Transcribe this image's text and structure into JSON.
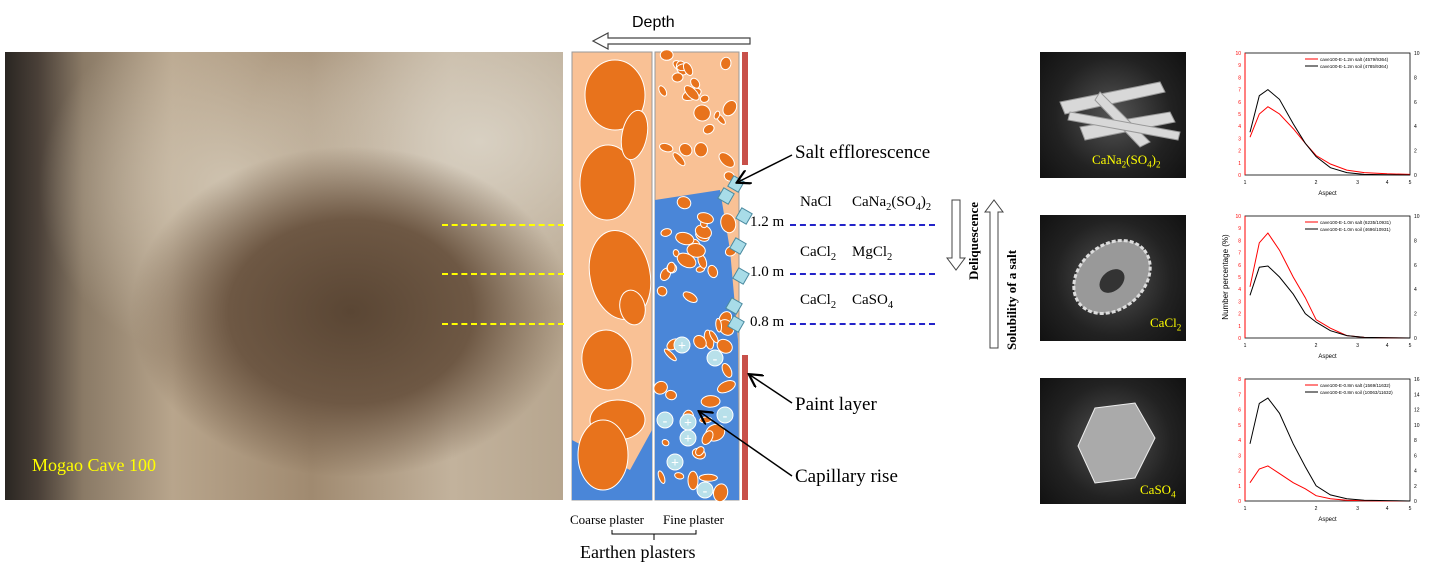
{
  "photo": {
    "caption": "Mogao Cave 100"
  },
  "diagram": {
    "depth_label": "Depth",
    "salt_efflorescence": "Salt efflorescence",
    "paint_layer": "Paint layer",
    "capillary_rise": "Capillary rise",
    "coarse_plaster": "Coarse plaster",
    "fine_plaster": "Fine plaster",
    "earthen_plasters": "Earthen plasters",
    "levels": [
      {
        "height": "1.2 m",
        "salts": [
          "NaCl",
          "CaNa2(SO4)2"
        ]
      },
      {
        "height": "1.0 m",
        "salts": [
          "CaCl2",
          "MgCl2"
        ]
      },
      {
        "height": "0.8 m",
        "salts": [
          "CaCl2",
          "CaSO4"
        ]
      }
    ],
    "deliquescence": "Deliquescence",
    "solubility": "Solubility of a salt",
    "ion_plus": "+",
    "ion_minus": "-"
  },
  "sem": [
    "CaNa2(SO4)2",
    "CaCl2",
    "CaSO4"
  ],
  "colors": {
    "salt": "#ff0000",
    "soil": "#000000",
    "orange": "#e8731c",
    "water": "#4a86d8",
    "plaster": "#f9c195"
  },
  "chart_data": [
    {
      "type": "line",
      "xlabel": "Aspect",
      "ylabel": "",
      "xscale": "log",
      "xlim": [
        1,
        5
      ],
      "ylim_left": [
        0,
        10
      ],
      "ylim_right": [
        0,
        10
      ],
      "xticks": [
        "1",
        "2",
        "3",
        "4",
        "5"
      ],
      "yticks_left": [
        "0",
        "1",
        "2",
        "3",
        "4",
        "5",
        "6",
        "7",
        "8",
        "9",
        "10"
      ],
      "yticks_right": [
        "0",
        "2",
        "4",
        "6",
        "8",
        "10"
      ],
      "x": [
        1.05,
        1.15,
        1.25,
        1.4,
        1.6,
        1.8,
        2,
        2.3,
        2.7,
        3.2,
        4,
        5
      ],
      "series": [
        {
          "name": "cave100-E-1.2m salt (4579/9364)",
          "color": "red",
          "axis": "left",
          "values": [
            3.1,
            5.0,
            5.6,
            5.0,
            3.8,
            2.6,
            1.6,
            0.9,
            0.4,
            0.2,
            0.1,
            0.05
          ]
        },
        {
          "name": "cave100-E-1.2m soil (4785/9364)",
          "color": "black",
          "axis": "right",
          "values": [
            3.5,
            6.5,
            7.0,
            6.2,
            4.2,
            2.6,
            1.5,
            0.6,
            0.2,
            0.05,
            0.02,
            0
          ]
        }
      ]
    },
    {
      "type": "line",
      "xlabel": "Aspect",
      "ylabel": "Number percentage (%)",
      "xscale": "log",
      "xlim": [
        1,
        5
      ],
      "ylim_left": [
        0,
        10
      ],
      "ylim_right": [
        0,
        10
      ],
      "xticks": [
        "1",
        "2",
        "3",
        "4",
        "5"
      ],
      "yticks_left": [
        "0",
        "1",
        "2",
        "3",
        "4",
        "5",
        "6",
        "7",
        "8",
        "9",
        "10"
      ],
      "yticks_right": [
        "0",
        "2",
        "4",
        "6",
        "8",
        "10"
      ],
      "x": [
        1.05,
        1.15,
        1.25,
        1.4,
        1.6,
        1.8,
        2,
        2.3,
        2.7,
        3.2,
        4,
        5
      ],
      "series": [
        {
          "name": "cave100-E-1.0m salt (6235/10931)",
          "color": "red",
          "axis": "left",
          "values": [
            4.2,
            7.8,
            8.6,
            7.2,
            5.0,
            3.3,
            1.5,
            0.8,
            0.2,
            0.05,
            0.02,
            0
          ]
        },
        {
          "name": "cave100-E-1.0m soil (4696/10931)",
          "color": "black",
          "axis": "right",
          "values": [
            3.5,
            5.8,
            5.9,
            5.0,
            3.6,
            2.0,
            1.3,
            0.6,
            0.2,
            0.05,
            0.02,
            0
          ]
        }
      ]
    },
    {
      "type": "line",
      "xlabel": "Aspect",
      "ylabel": "",
      "xscale": "log",
      "xlim": [
        1,
        5
      ],
      "ylim_left": [
        0,
        8
      ],
      "ylim_right": [
        0,
        16
      ],
      "xticks": [
        "1",
        "2",
        "3",
        "4",
        "5"
      ],
      "yticks_left": [
        "0",
        "1",
        "2",
        "3",
        "4",
        "5",
        "6",
        "7",
        "8"
      ],
      "yticks_right": [
        "0",
        "2",
        "4",
        "6",
        "8",
        "10",
        "12",
        "14",
        "16"
      ],
      "x": [
        1.05,
        1.15,
        1.25,
        1.4,
        1.6,
        1.8,
        2,
        2.3,
        2.7,
        3.2,
        4,
        5
      ],
      "series": [
        {
          "name": "cave100-E-0.8m salt (1569/11632)",
          "color": "red",
          "axis": "left",
          "values": [
            1.2,
            2.1,
            2.3,
            1.8,
            1.2,
            0.8,
            0.35,
            0.15,
            0.05,
            0.02,
            0,
            0
          ]
        },
        {
          "name": "cave100-E-0.8m soil (10063/11632)",
          "color": "black",
          "axis": "right",
          "values": [
            7.5,
            12.8,
            13.5,
            11.5,
            7.5,
            4.5,
            2.0,
            0.8,
            0.3,
            0.1,
            0.05,
            0
          ]
        }
      ]
    }
  ]
}
